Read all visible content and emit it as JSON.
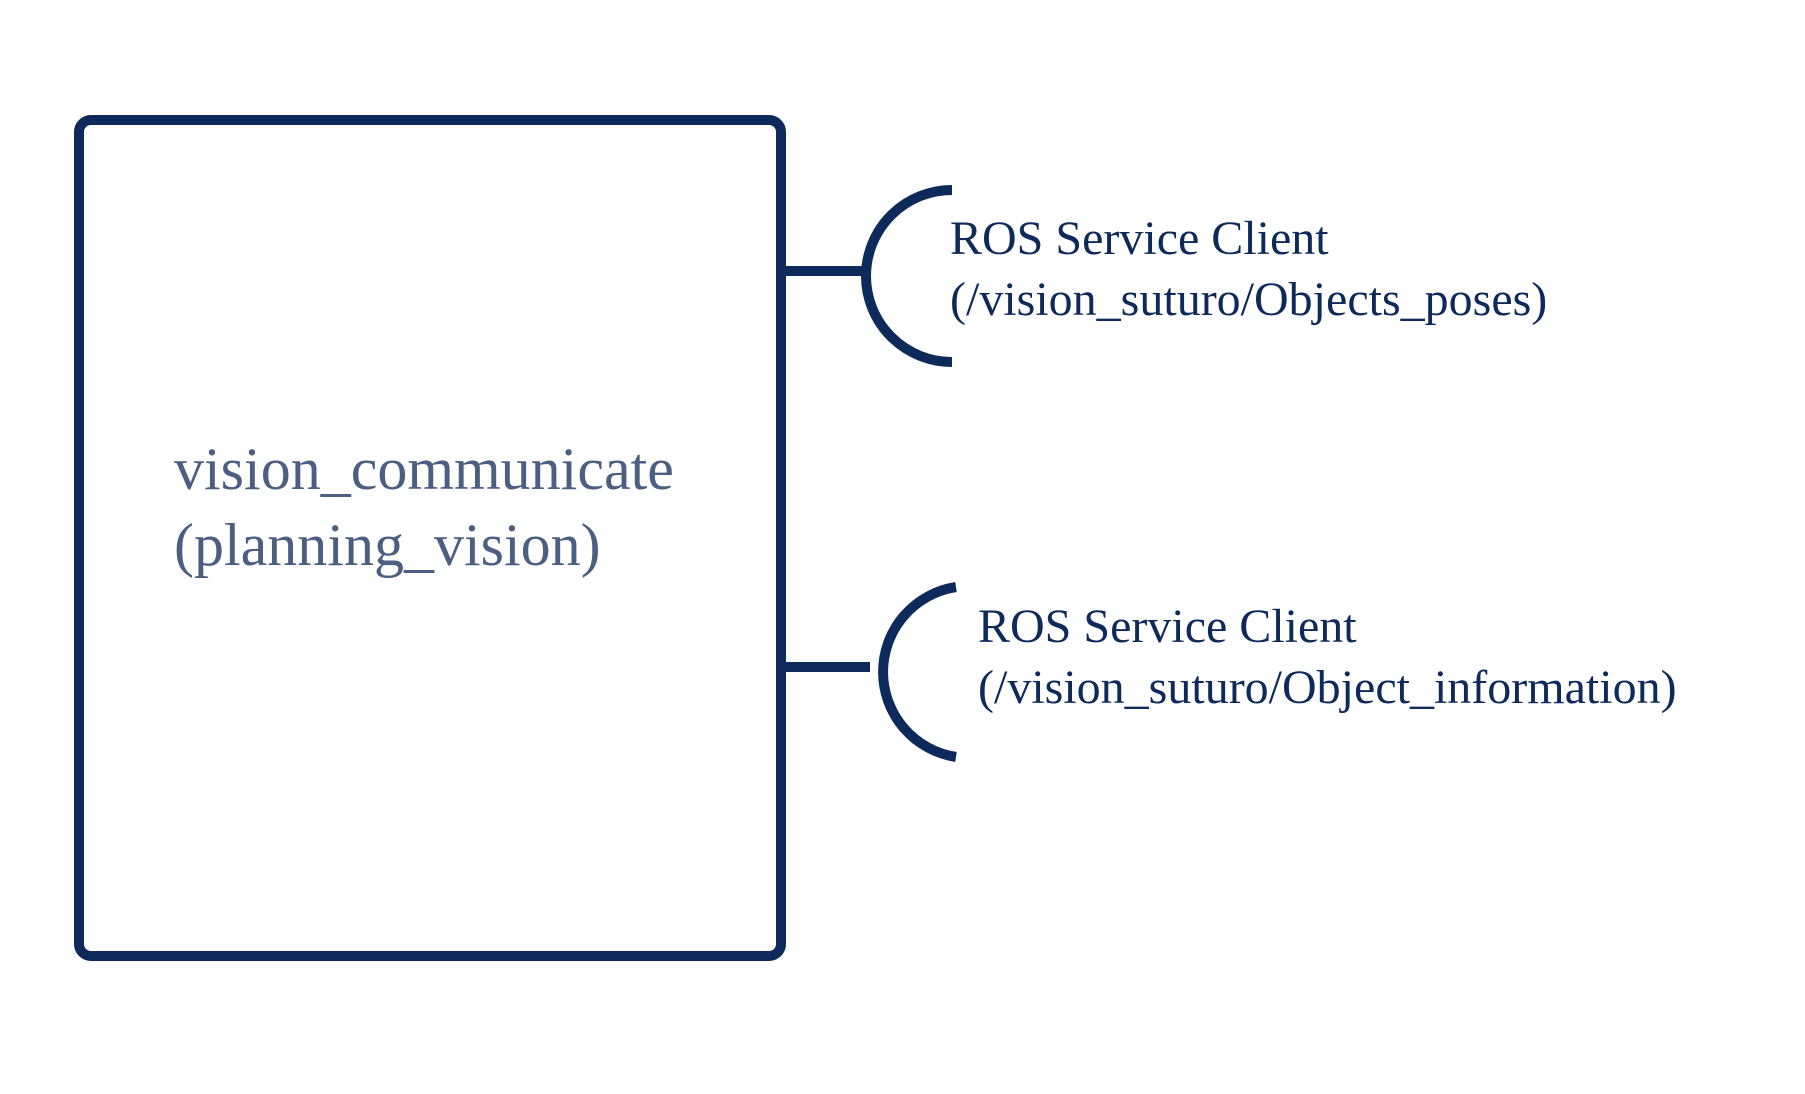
{
  "colors": {
    "stroke": "#0d2a5a",
    "node_text": "#4a5f82",
    "client_text": "#0d2a5a",
    "background": "#ffffff"
  },
  "node": {
    "name": "vision_communicate",
    "package": "(planning_vision)"
  },
  "service_clients": [
    {
      "type": "ROS Service Client",
      "service": "(/vision_suturo/Objects_poses)"
    },
    {
      "type": "ROS Service Client",
      "service": "(/vision_suturo/Object_information)"
    }
  ]
}
